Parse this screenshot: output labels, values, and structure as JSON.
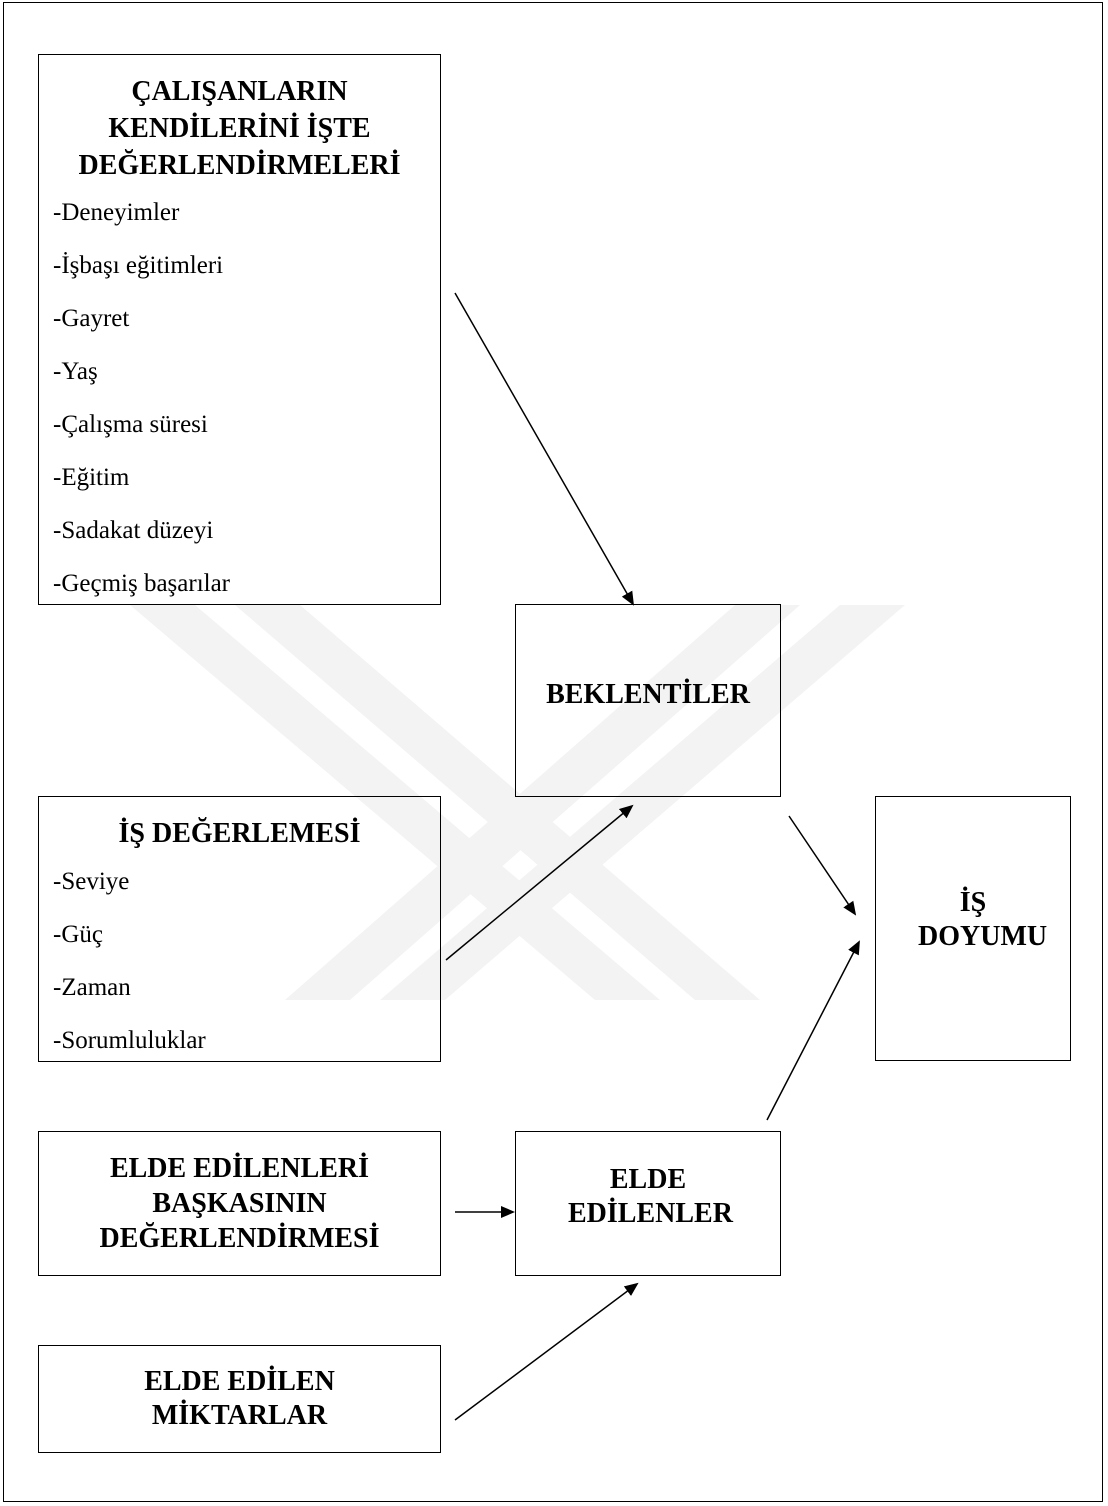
{
  "boxes": {
    "self_eval": {
      "title": "ÇALIŞANLARIN KENDİLERİNİ İŞTE DEĞERLENDİRMELERİ",
      "items": [
        "-Deneyimler",
        "-İşbaşı eğitimleri",
        "-Gayret",
        "-Yaş",
        "-Çalışma süresi",
        "-Eğitim",
        "-Sadakat düzeyi",
        "-Geçmiş başarılar"
      ]
    },
    "expectations": {
      "title": "BEKLENTİLER"
    },
    "job_eval": {
      "title": "İŞ DEĞERLEMESİ",
      "items": [
        "-Seviye",
        "-Güç",
        "-Zaman",
        "-Sorumluluklar"
      ]
    },
    "job_satisfaction": {
      "title": "İŞ DOYUMU"
    },
    "others_eval": {
      "title": "ELDE EDİLENLERİ BAŞKASININ DEĞERLENDİRMESİ"
    },
    "obtained": {
      "title": "ELDE EDİLENLER"
    },
    "obtained_amounts": {
      "title": "ELDE EDİLEN MİKTARLAR"
    }
  },
  "colors": {
    "line": "#000000",
    "watermark": "#f2f2f2"
  }
}
